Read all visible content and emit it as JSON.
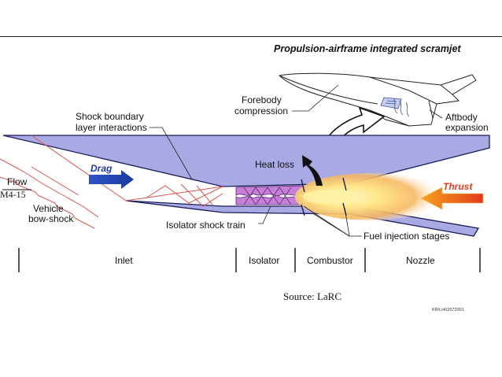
{
  "title": "Propulsion-airframe integrated scramjet",
  "labels": {
    "forebody_compression": [
      "Forebody",
      "compression"
    ],
    "aftbody_expansion": [
      "Aftbody",
      "expansion"
    ],
    "shock_boundary": [
      "Shock boundary",
      "layer interactions"
    ],
    "heat_loss": "Heat loss",
    "drag": "Drag",
    "thrust": "Thrust",
    "flow": "Flow",
    "mach": "M4-15",
    "vehicle_bow_shock": [
      "Vehicle",
      "bow-shock"
    ],
    "isolator_shock_train": "Isolator shock train",
    "fuel_injection": "Fuel injection stages"
  },
  "sections": [
    "Inlet",
    "Isolator",
    "Combustor",
    "Nozzle"
  ],
  "source": "Source: LaRC",
  "figure_id": "KR/LH02072001",
  "colors": {
    "body_fill": "#a9a9e3",
    "body_stroke": "#1c1c5a",
    "shock_lines": "#d9534f",
    "isolator_fill": "#c77fd8",
    "drag_arrow": "#1d3b9c",
    "thrust_arrow": "#e23a1f",
    "flame_core": "#ffe68a",
    "flame_outer": "#f5a34a"
  }
}
